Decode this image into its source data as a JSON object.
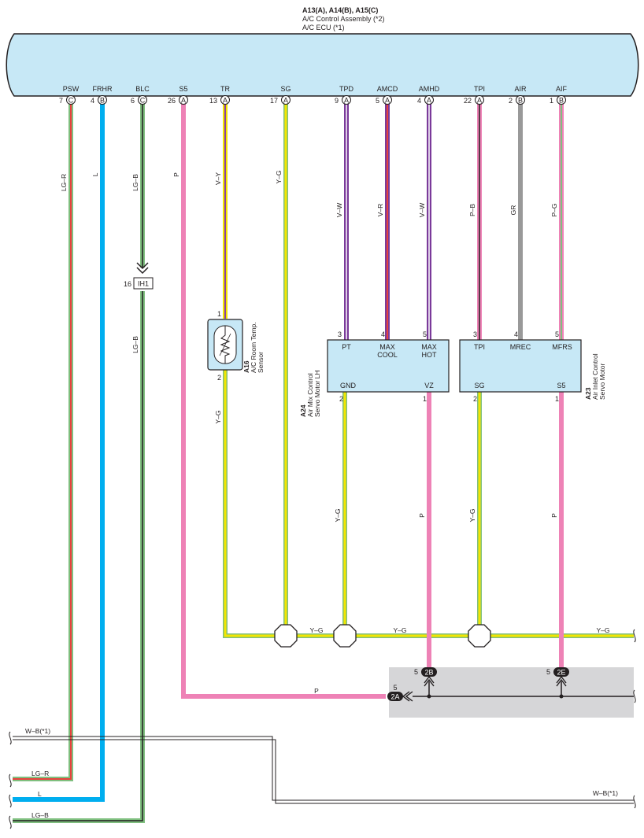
{
  "header": {
    "line1": "A13(A), A14(B), A15(C)",
    "line2": "A/C Control Assembly (*2)",
    "line3": "A/C ECU (*1)"
  },
  "ecu_pins": [
    {
      "signal": "PSW",
      "pin": "7",
      "conn": "C",
      "wire_label": "LG–R",
      "color": "#7fbf7f"
    },
    {
      "signal": "FRHR",
      "pin": "4",
      "conn": "B",
      "wire_label": "L",
      "color": "#00aeef"
    },
    {
      "signal": "BLC",
      "pin": "6",
      "conn": "C",
      "wire_label": "LG–B",
      "color": "#7fbf7f"
    },
    {
      "signal": "S5",
      "pin": "26",
      "conn": "A",
      "wire_label": "P",
      "color": "#ee82b6"
    },
    {
      "signal": "TR",
      "pin": "13",
      "conn": "A",
      "wire_label": "V–Y",
      "color": "#8b3fa0"
    },
    {
      "signal": "SG",
      "pin": "17",
      "conn": "A",
      "wire_label": "Y–G",
      "color": "#7fbf7f"
    },
    {
      "signal": "TPD",
      "pin": "9",
      "conn": "A",
      "wire_label": "V–W",
      "color": "#7a3a9a"
    },
    {
      "signal": "AMCD",
      "pin": "5",
      "conn": "A",
      "wire_label": "V–R",
      "color": "#7a3a9a"
    },
    {
      "signal": "AMHD",
      "pin": "4",
      "conn": "A",
      "wire_label": "V–W",
      "color": "#7a3a9a"
    },
    {
      "signal": "TPI",
      "pin": "22",
      "conn": "A",
      "wire_label": "P–B",
      "color": "#ee82b6"
    },
    {
      "signal": "AIR",
      "pin": "2",
      "conn": "B",
      "wire_label": "GR",
      "color": "#999999"
    },
    {
      "signal": "AIF",
      "pin": "1",
      "conn": "B",
      "wire_label": "P–G",
      "color": "#ee82b6"
    }
  ],
  "junction_ih1": {
    "pin": "16",
    "label": "IH1",
    "wire_below": "LG–B"
  },
  "sensor_a16": {
    "code": "A16",
    "name_line1": "A/C Room Temp.",
    "name_line2": "Sensor",
    "pin_top": "1",
    "pin_bottom": "2",
    "wire_below": "Y–G"
  },
  "motor_a24": {
    "code": "A24",
    "name_line1": "Air Mix Control",
    "name_line2": "Servo Motor LH",
    "top_pins": [
      {
        "pin": "3",
        "label": "PT",
        "label2": ""
      },
      {
        "pin": "4",
        "label": "MAX",
        "label2": "COOL"
      },
      {
        "pin": "5",
        "label": "MAX",
        "label2": "HOT"
      }
    ],
    "bottom_pins": [
      {
        "pin": "2",
        "label": "GND",
        "wire": "Y–G"
      },
      {
        "pin": "1",
        "label": "VZ",
        "wire": "P"
      }
    ]
  },
  "motor_a23": {
    "code": "A23",
    "name_line1": "Air Inlet Control",
    "name_line2": "Servo Motor",
    "top_pins": [
      {
        "pin": "3",
        "label": "TPI",
        "label2": ""
      },
      {
        "pin": "4",
        "label": "MREC",
        "label2": ""
      },
      {
        "pin": "5",
        "label": "MFRS",
        "label2": ""
      }
    ],
    "bottom_pins": [
      {
        "pin": "2",
        "label": "SG",
        "wire": "Y–G"
      },
      {
        "pin": "1",
        "label": "S5",
        "wire": "P"
      }
    ]
  },
  "ground_bus": {
    "label_1": "Y–G",
    "label_2": "Y–G",
    "label_3": "Y–G"
  },
  "connectors_2": {
    "c2b": {
      "pin": "5",
      "label": "2B"
    },
    "c2e": {
      "pin": "5",
      "label": "2E"
    },
    "c2a": {
      "pin": "5",
      "label": "2A"
    },
    "p_wire_label": "P"
  },
  "bottom_wires": {
    "wb_left": "W–B(*1)",
    "lgr": "LG–R",
    "l": "L",
    "lgb": "LG–B",
    "wb_right": "W–B(*1)"
  },
  "colors": {
    "ecu_fill": "#c7e8f6",
    "component_fill": "#c7e8f6",
    "shaded_area": "#d6d6d8",
    "pink": "#ee82b6",
    "blue": "#00aeef",
    "yellow": "#f2e600",
    "green": "#7fbf7f",
    "violet": "#7a3a9a",
    "gray": "#999999"
  }
}
